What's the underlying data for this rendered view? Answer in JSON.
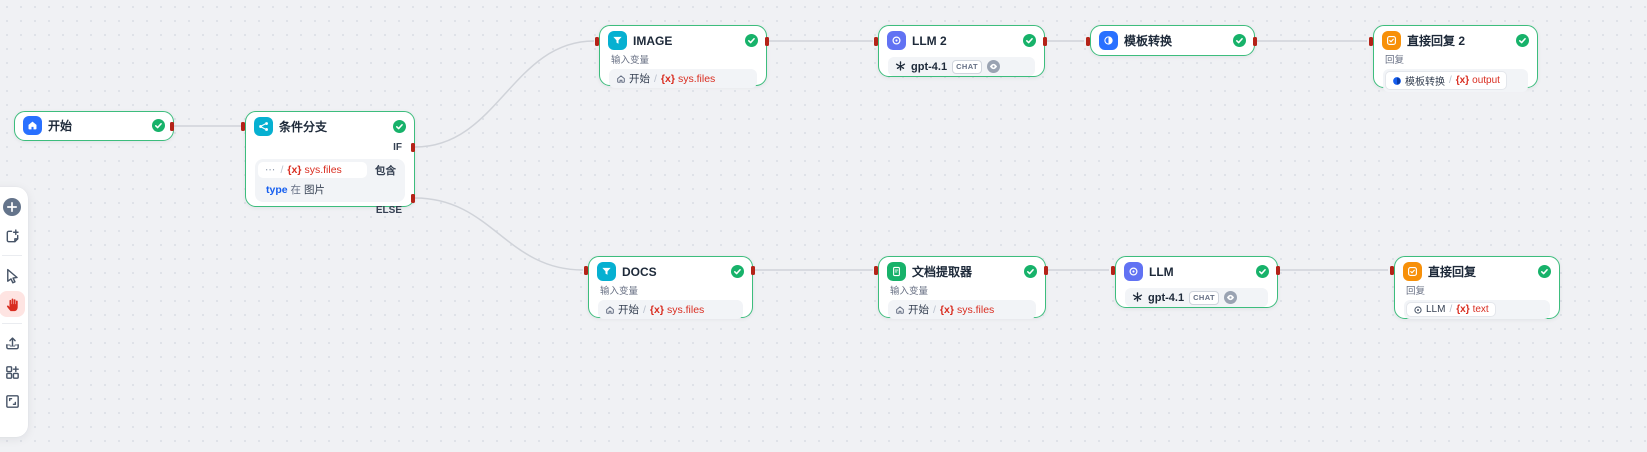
{
  "canvas": {
    "background": "#f0f1f4",
    "dot_color": "#dfe2e8",
    "edge_color": "#d0d3d9",
    "node_border_success": "#3dbd7d",
    "success_green": "#17b26a",
    "variable_red": "#d92d20",
    "port_red": "#b42318"
  },
  "toolbar": {
    "items": [
      {
        "name": "add-node"
      },
      {
        "name": "add-note"
      },
      {
        "name": "pointer-mode"
      },
      {
        "name": "hand-mode",
        "active": true
      },
      {
        "name": "import-dsl"
      },
      {
        "name": "add-block"
      },
      {
        "name": "fit-view"
      }
    ]
  },
  "nodes": {
    "start": {
      "title": "开始"
    },
    "condition": {
      "title": "条件分支",
      "if_label": "IF",
      "else_label": "ELSE",
      "ellipsis": "⋯",
      "slash": "/",
      "var_badge": "{x}",
      "var_name": "sys.files",
      "operator": "包含",
      "sub_key": "type",
      "sub_op": "在",
      "sub_value": "图片"
    },
    "image": {
      "title": "IMAGE",
      "input_label": "输入变量",
      "ref_node": "开始",
      "slash": "/",
      "var_badge": "{x}",
      "var_name": "sys.files"
    },
    "llm2": {
      "title": "LLM 2",
      "model": "gpt-4.1",
      "mode": "CHAT"
    },
    "template": {
      "title": "模板转换"
    },
    "answer2": {
      "title": "直接回复 2",
      "reply_label": "回复",
      "ref_node": "模板转换",
      "slash": "/",
      "var_badge": "{x}",
      "var_name": "output"
    },
    "docs": {
      "title": "DOCS",
      "input_label": "输入变量",
      "ref_node": "开始",
      "slash": "/",
      "var_badge": "{x}",
      "var_name": "sys.files"
    },
    "extractor": {
      "title": "文档提取器",
      "input_label": "输入变量",
      "ref_node": "开始",
      "slash": "/",
      "var_badge": "{x}",
      "var_name": "sys.files"
    },
    "llm": {
      "title": "LLM",
      "model": "gpt-4.1",
      "mode": "CHAT"
    },
    "answer": {
      "title": "直接回复",
      "reply_label": "回复",
      "ref_node": "LLM",
      "slash": "/",
      "var_badge": "{x}",
      "var_name": "text"
    }
  }
}
